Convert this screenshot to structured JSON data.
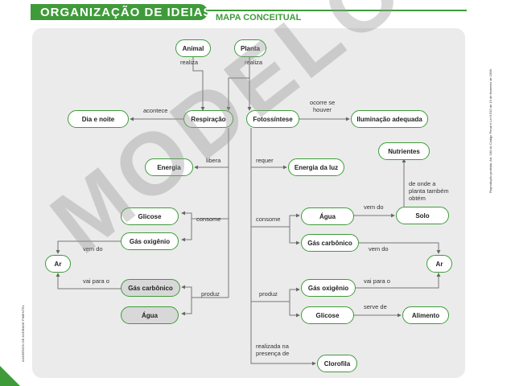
{
  "header": {
    "section_title": "ORGANIZAÇÃO DE IDEIAS",
    "subtitle": "MAPA CONCEITUAL"
  },
  "side_note_right": "Reprodução proibida. Art. 184 do Código Penal e Lei 9.610 de 19 de fevereiro de 1998.",
  "side_note_left": "ANDERSON DE ANDRADE PIMENTEL",
  "watermark": "MODELO",
  "nodes": {
    "animal": "Animal",
    "planta": "Planta",
    "dia_noite": "Dia e noite",
    "respiracao": "Respiração",
    "fotossintese": "Fotossíntese",
    "iluminacao": "Iluminação adequada",
    "energia": "Energia",
    "energia_luz": "Energia da luz",
    "nutrientes": "Nutrientes",
    "glicose_left": "Glicose",
    "gas_oxigenio_left": "Gás oxigênio",
    "agua_right": "Água",
    "solo": "Solo",
    "gas_carbonico_right": "Gás carbônico",
    "ar_left": "Ar",
    "ar_right": "Ar",
    "gas_carbonico_left": "Gás carbônico",
    "agua_left": "Água",
    "gas_oxigenio_right": "Gás oxigênio",
    "glicose_right": "Glicose",
    "alimento": "Alimento",
    "clorofila": "Clorofila"
  },
  "links": {
    "realiza_animal": "realiza",
    "realiza_planta": "realiza",
    "acontece": "acontece",
    "ocorre_se": "ocorre se",
    "houver": "houver",
    "libera": "libera",
    "requer": "requer",
    "de_onde_1": "de onde a",
    "de_onde_2": "planta também",
    "de_onde_3": "obtém",
    "consome_left": "consome",
    "consome_right": "consome",
    "vem_do_agua": "vem do",
    "vem_do_left": "vem do",
    "vem_do_right": "vem do",
    "vai_para_left": "vai para o",
    "vai_para_right": "vai para o",
    "produz_left": "produz",
    "produz_right": "produz",
    "serve_de": "serve de",
    "realizada_1": "realizada na",
    "realizada_2": "presença de"
  }
}
